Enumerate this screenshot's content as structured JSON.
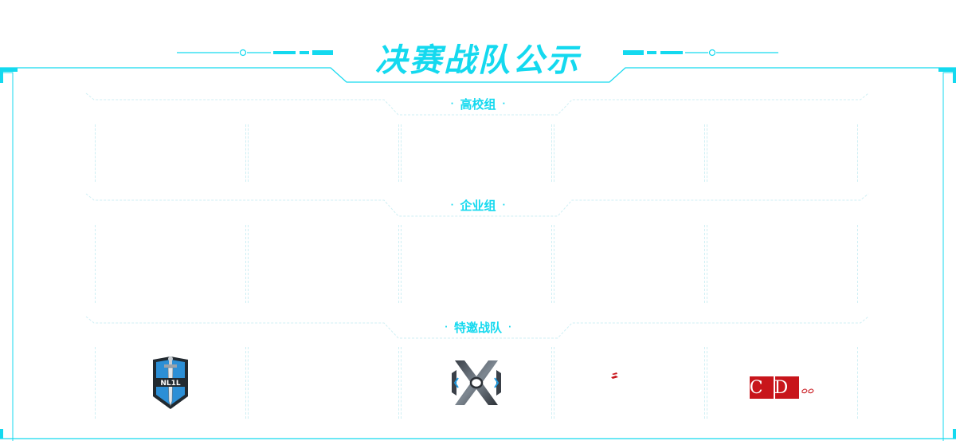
{
  "header": {
    "title": "决赛战队公示"
  },
  "sections": [
    {
      "id": "college",
      "title": "高校组",
      "teams": []
    },
    {
      "id": "enterprise",
      "title": "企业组",
      "teams": []
    },
    {
      "id": "invited",
      "title": "特邀战队",
      "teams": [
        {
          "slot": 1,
          "logo": "NL-shield-dagger-logo",
          "logo_text": "NL1L"
        },
        {
          "slot": 2,
          "logo": ""
        },
        {
          "slot": 3,
          "logo": "X-emblem-logo"
        },
        {
          "slot": 4,
          "logo": "red-mark-logo"
        },
        {
          "slot": 5,
          "logo": "CD-red-block-logo",
          "logo_text": "CD"
        }
      ]
    }
  ],
  "colors": {
    "accent": "#14d9ef",
    "grid": "#cfeff4",
    "logo_blue": "#2c8fd6",
    "logo_dark": "#222a30",
    "logo_red": "#c8151b"
  }
}
